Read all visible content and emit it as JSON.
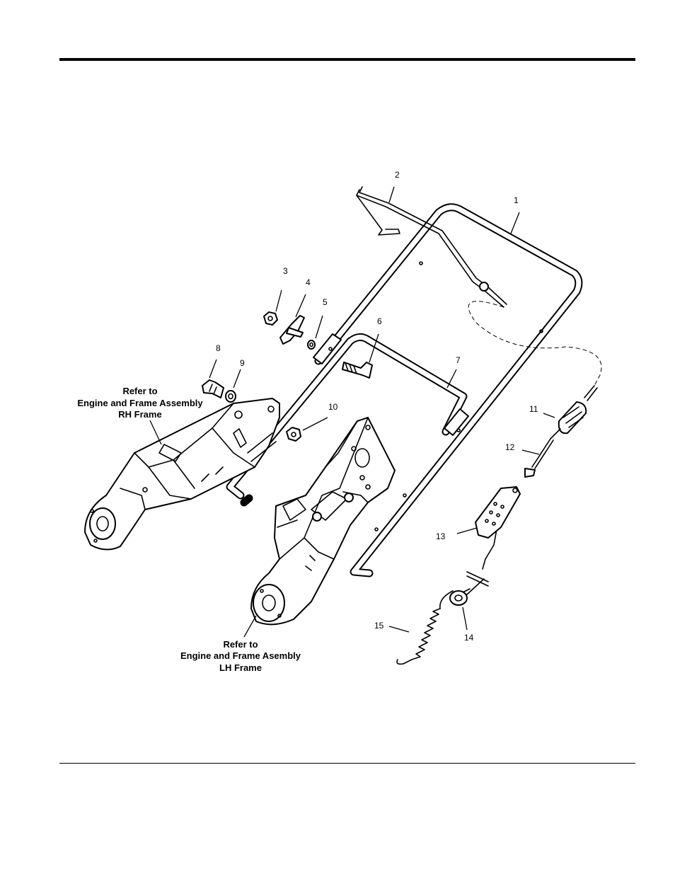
{
  "callouts": [
    "1",
    "2",
    "3",
    "4",
    "5",
    "6",
    "7",
    "8",
    "9",
    "10",
    "11",
    "12",
    "13",
    "14",
    "15"
  ],
  "references": {
    "rh": [
      "Refer to",
      "Engine and Frame Assembly",
      "RH Frame"
    ],
    "lh": [
      "Refer to",
      "Engine and Frame Asembly",
      "LH Frame"
    ]
  }
}
